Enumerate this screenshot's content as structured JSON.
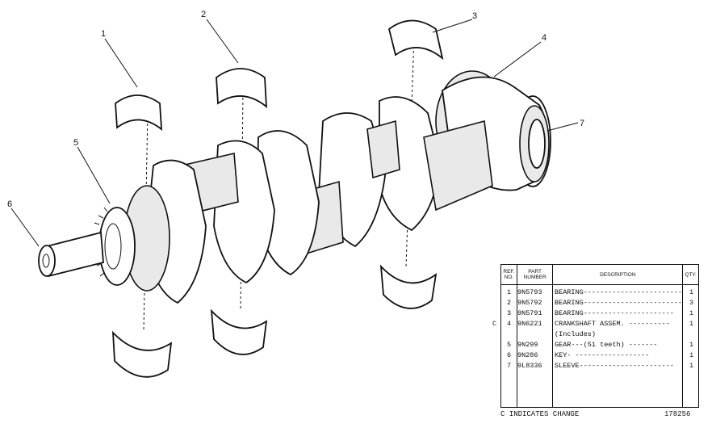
{
  "callouts": [
    "1",
    "2",
    "3",
    "4",
    "5",
    "6",
    "7"
  ],
  "table": {
    "headers": {
      "ref": "REF. NO.",
      "part": "PART NUMBER",
      "desc": "DESCRIPTION",
      "qty": "QTY."
    },
    "rows": [
      {
        "ref": "1",
        "part": "9N5793",
        "desc": "BEARING------------------------",
        "qty": "1",
        "change": ""
      },
      {
        "ref": "2",
        "part": "9N5792",
        "desc": "BEARING------------------------",
        "qty": "3",
        "change": ""
      },
      {
        "ref": "3",
        "part": "9N5791",
        "desc": "BEARING----------------------",
        "qty": "1",
        "change": ""
      },
      {
        "ref": "4",
        "part": "9N6221",
        "desc": "CRANKSHAFT ASSEM. ----------",
        "qty": "1",
        "change": "C"
      },
      {
        "ref": "",
        "part": "",
        "desc": "  (Includes)",
        "qty": "",
        "change": ""
      },
      {
        "ref": "5",
        "part": "9N299",
        "desc": "   GEAR---(51 teeth)  -------",
        "qty": "1",
        "change": ""
      },
      {
        "ref": "6",
        "part": "9N286",
        "desc": "   KEY- ------------------",
        "qty": "1",
        "change": ""
      },
      {
        "ref": "7",
        "part": "9L8336",
        "desc": "  SLEEVE-----------------------",
        "qty": "1",
        "change": ""
      }
    ]
  },
  "footer": {
    "note": "C INDICATES CHANGE",
    "drawing_number": "178256"
  }
}
